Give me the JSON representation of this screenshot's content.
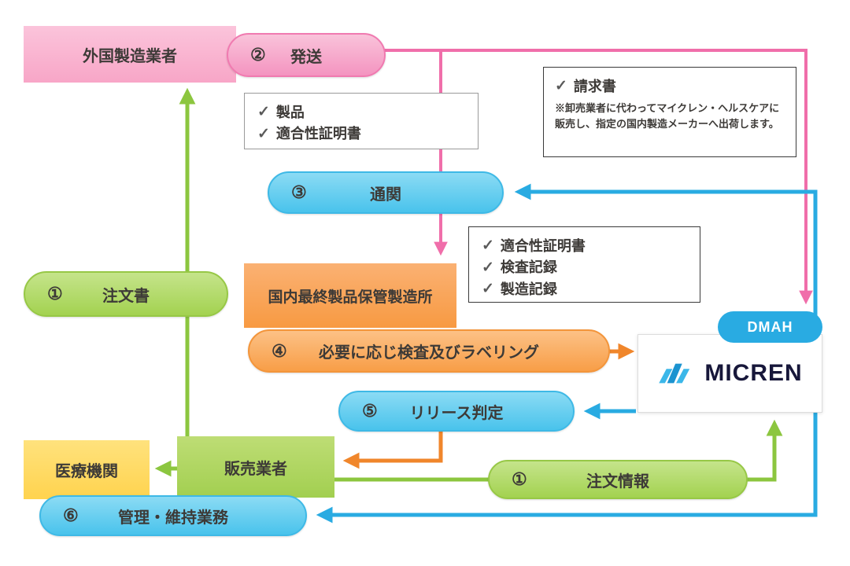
{
  "glyphs": {
    "check": "✓"
  },
  "nodes": {
    "foreign_manufacturer": {
      "label": "外国製造業者"
    },
    "shipping": {
      "num": "②",
      "label": "発送"
    },
    "customs": {
      "num": "③",
      "label": "通関"
    },
    "order_form": {
      "num": "①",
      "label": "注文書"
    },
    "domestic_site": {
      "label": "国内最終製品保管製造所"
    },
    "inspection": {
      "num": "④",
      "label": "必要に応じ検査及びラベリング"
    },
    "release": {
      "num": "⑤",
      "label": "リリース判定"
    },
    "medical_institution": {
      "label": "医療機関"
    },
    "distributor": {
      "label": "販売業者"
    },
    "order_info": {
      "num": "①",
      "label": "注文情報"
    },
    "maintenance": {
      "num": "⑥",
      "label": "管理・維持業務"
    },
    "dmah": {
      "label": "DMAH"
    },
    "micren": {
      "label": "MICREN"
    }
  },
  "notes": {
    "shipping_docs": {
      "items": [
        "製品",
        "適合性証明書"
      ]
    },
    "invoice": {
      "title": "請求書",
      "body": "※卸売業者に代わってマイクレン・ヘルスケアに販売し、指定の国内製造メーカーへ出荷します。"
    },
    "customs_docs": {
      "items": [
        "適合性証明書",
        "検査記録",
        "製造記録"
      ]
    }
  },
  "colors": {
    "pink": "#F06EAA",
    "blue": "#29ABE2",
    "green": "#8CC63F",
    "orange": "#F0862B"
  }
}
